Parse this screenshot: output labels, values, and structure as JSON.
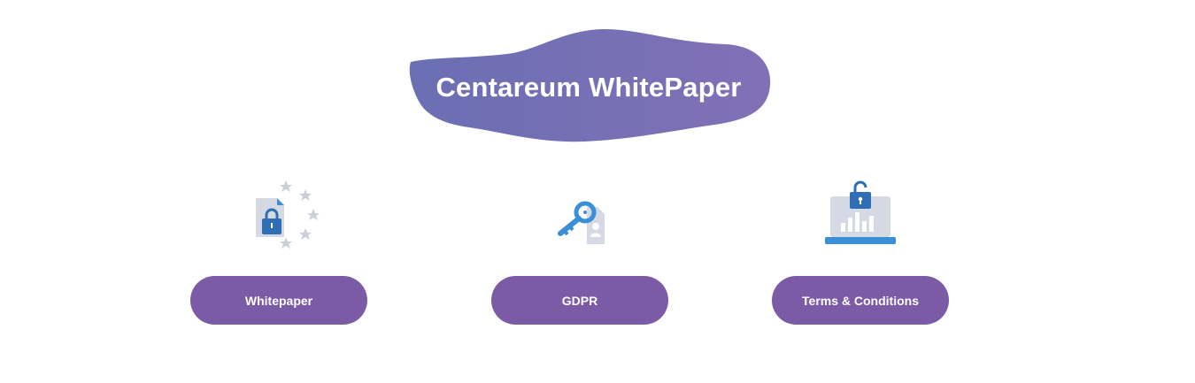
{
  "header": {
    "title": "Centareum WhitePaper"
  },
  "cards": [
    {
      "label": "Whitepaper",
      "icon": "lock-document-stars-icon"
    },
    {
      "label": "GDPR",
      "icon": "key-tag-icon"
    },
    {
      "label": "Terms & Conditions",
      "icon": "laptop-unlock-icon"
    }
  ],
  "colors": {
    "button": "#7b5aa6",
    "title_gradient_start": "#6a6fb4",
    "title_gradient_end": "#8270b5",
    "icon_blue": "#3b8fd6",
    "icon_dark_blue": "#2f6eb5",
    "icon_gray": "#d5d9e3",
    "star_gray": "#c9ced8"
  }
}
